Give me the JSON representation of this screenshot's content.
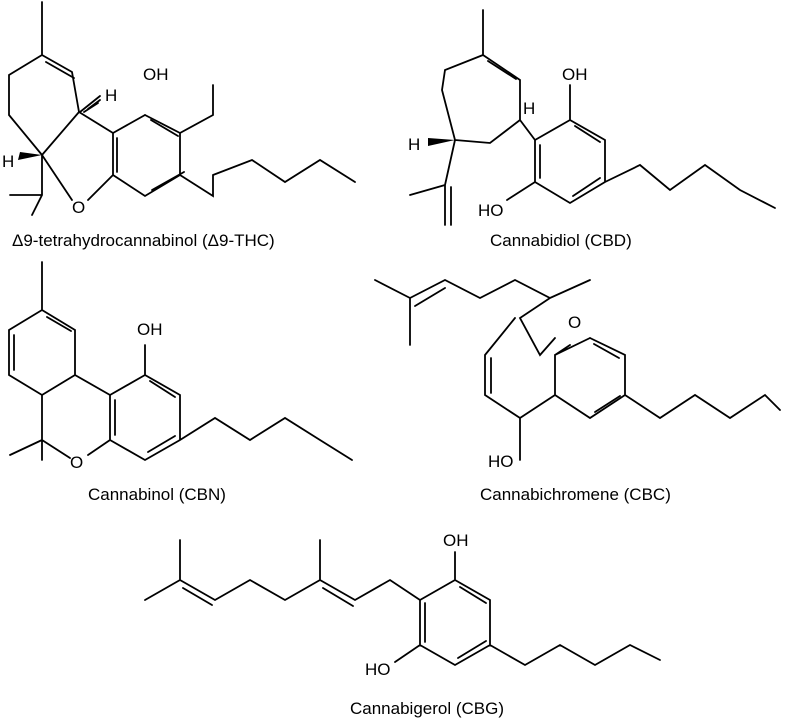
{
  "molecules": [
    {
      "caption": "Δ9-tetrahydrocannabinol (Δ9-THC)",
      "labels": {
        "oh": "OH",
        "o": "O",
        "h1": "H",
        "h2": "H"
      }
    },
    {
      "caption": "Cannabidiol (CBD)",
      "labels": {
        "oh1": "OH",
        "oh2": "HO",
        "h": "H",
        "h2": "H"
      }
    },
    {
      "caption": "Cannabinol (CBN)",
      "labels": {
        "oh": "OH",
        "o": "O"
      }
    },
    {
      "caption": "Cannabichromene (CBC)",
      "labels": {
        "o": "O",
        "oh": "HO"
      }
    },
    {
      "caption": "Cannabigerol (CBG)",
      "labels": {
        "oh1": "OH",
        "oh2": "HO"
      }
    }
  ]
}
